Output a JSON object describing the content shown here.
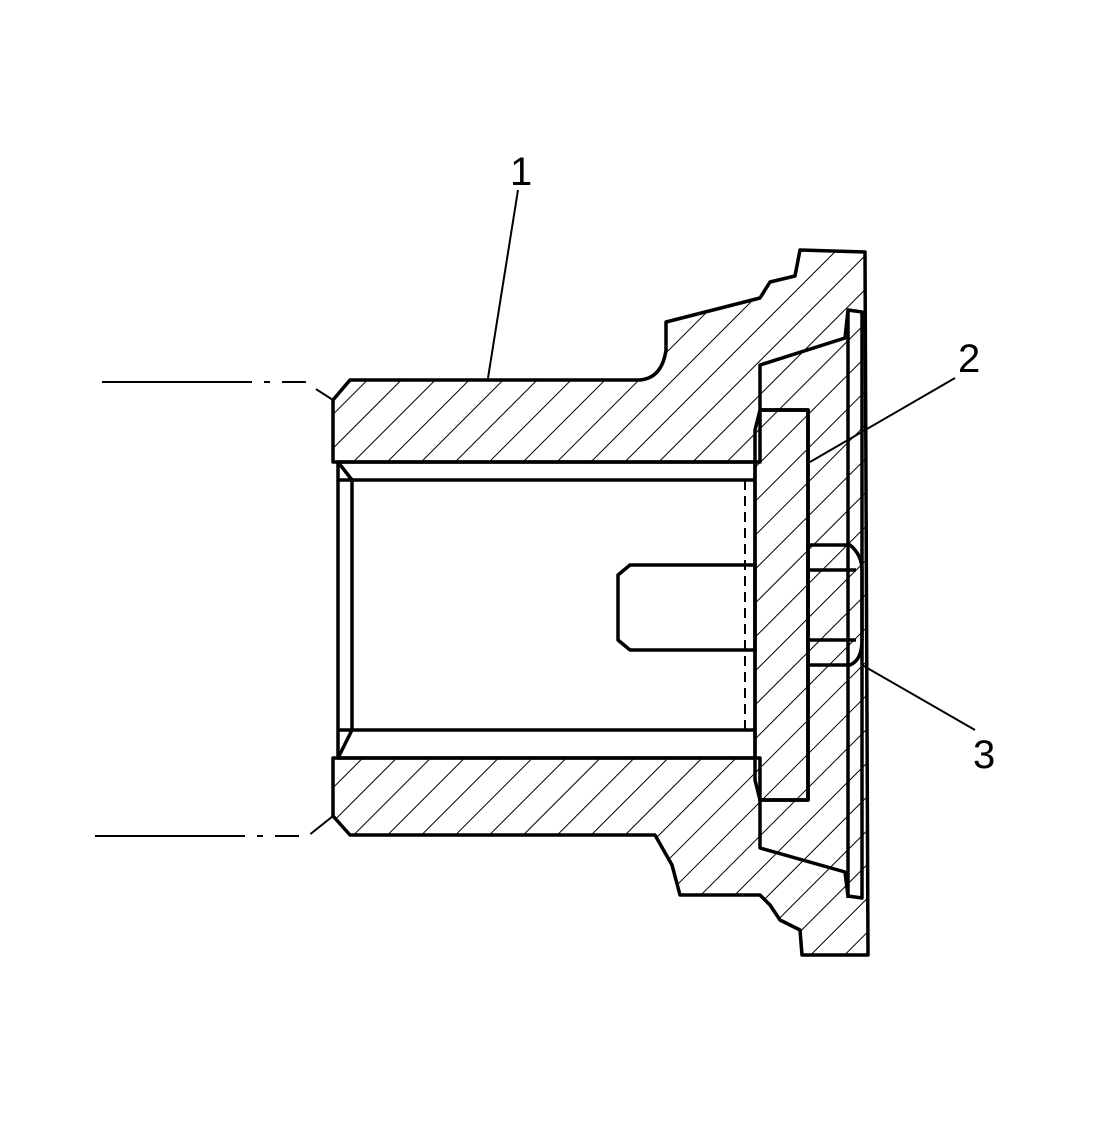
{
  "diagram": {
    "labels": {
      "part_1": "1",
      "part_2": "2",
      "part_3": "3"
    },
    "colors": {
      "ink": "#000000",
      "paper": "#ffffff"
    }
  }
}
